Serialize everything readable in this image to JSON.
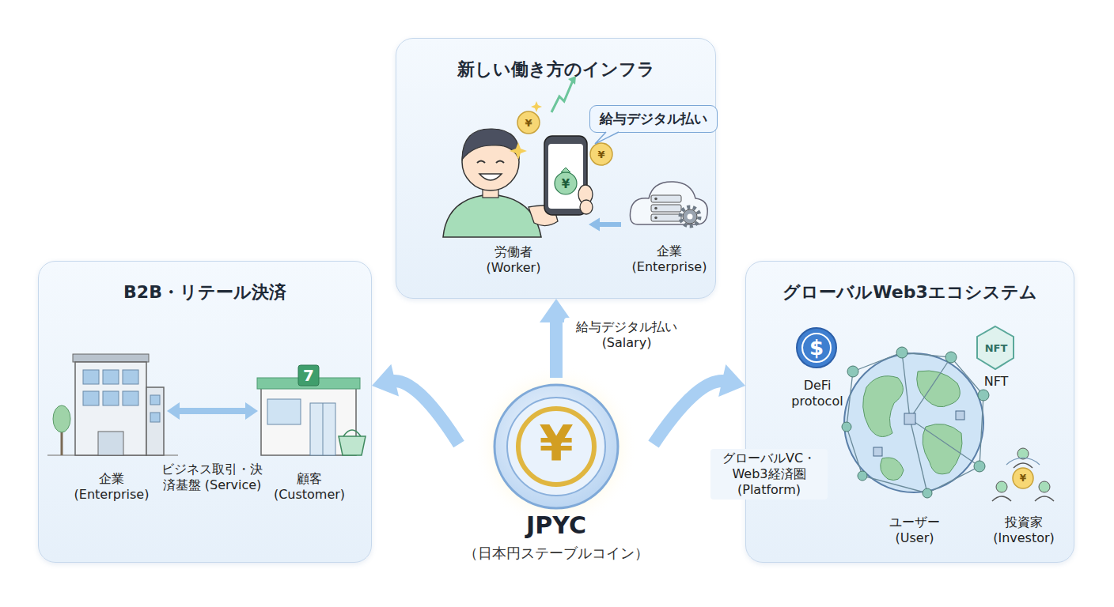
{
  "diagram": {
    "nodes": [
      {
        "text": [
          "新しい働き方のインフラ"
        ]
      },
      {
        "text": [
          "労働者 (Worker)"
        ],
        "in": 0
      },
      {
        "text": [
          "企業 (Enterprise)"
        ],
        "in": 0
      },
      {
        "text": [
          "給与デジタル払い"
        ],
        "in": 0
      },
      {
        "text": [
          "B2B・リテール決済"
        ]
      },
      {
        "text": [
          "企業 (Enterprise)"
        ],
        "in": 4
      },
      {
        "text": [
          "顧客 (Customer)"
        ],
        "in": 4
      },
      {
        "text": [
          "グローバルWeb3エコシステム"
        ]
      },
      {
        "text": [
          "DeFi protocol"
        ],
        "in": 7
      },
      {
        "text": [
          "NFT",
          "NFT"
        ],
        "in": 7
      },
      {
        "text": [
          "ユーザー (User)"
        ],
        "in": 7
      },
      {
        "text": [
          "投資家 (Investor)"
        ],
        "in": 7
      },
      {
        "text": [
          "¥",
          "JPYC",
          "（日本円ステーブルコイン）"
        ]
      }
    ],
    "edges": [
      {
        "from": 2,
        "to": 1,
        "arrow": "to"
      },
      {
        "from": 5,
        "to": 6,
        "arrow": "both",
        "label": "ビジネス取引・決済基盤 (Service)"
      },
      {
        "from": 12,
        "to": 0,
        "arrow": "to",
        "label": "給与デジタル払い (Salary)"
      },
      {
        "from": 12,
        "to": 4,
        "arrow": "to"
      },
      {
        "from": 12,
        "to": 7,
        "arrow": "to",
        "label": "グローバルVC・Web3経済圏 (Platform)"
      }
    ],
    "labels": [
      "¥",
      "¥",
      "¥",
      "7",
      "$",
      "¥"
    ]
  }
}
